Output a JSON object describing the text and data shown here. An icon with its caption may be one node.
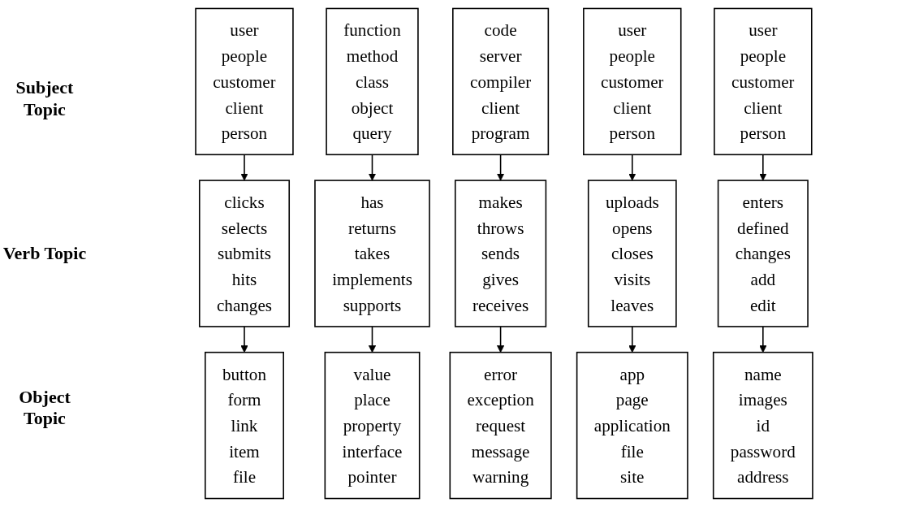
{
  "diagram": {
    "nodes": [
      {
        "text": [
          "user",
          "people",
          "customer",
          "client",
          "person"
        ]
      },
      {
        "text": [
          "function",
          "method",
          "class",
          "object",
          "query"
        ]
      },
      {
        "text": [
          "code",
          "server",
          "compiler",
          "client",
          "program"
        ]
      },
      {
        "text": [
          "user",
          "people",
          "customer",
          "client",
          "person"
        ]
      },
      {
        "text": [
          "user",
          "people",
          "customer",
          "client",
          "person"
        ]
      },
      {
        "text": [
          "clicks",
          "selects",
          "submits",
          "hits",
          "changes"
        ]
      },
      {
        "text": [
          "has",
          "returns",
          "takes",
          "implements",
          "supports"
        ]
      },
      {
        "text": [
          "makes",
          "throws",
          "sends",
          "gives",
          "receives"
        ]
      },
      {
        "text": [
          "uploads",
          "opens",
          "closes",
          "visits",
          "leaves"
        ]
      },
      {
        "text": [
          "enters",
          "defined",
          "changes",
          "add",
          "edit"
        ]
      },
      {
        "text": [
          "button",
          "form",
          "link",
          "item",
          "file"
        ]
      },
      {
        "text": [
          "value",
          "place",
          "property",
          "interface",
          "pointer"
        ]
      },
      {
        "text": [
          "error",
          "exception",
          "request",
          "message",
          "warning"
        ]
      },
      {
        "text": [
          "app",
          "page",
          "application",
          "file",
          "site"
        ]
      },
      {
        "text": [
          "name",
          "images",
          "id",
          "password",
          "address"
        ]
      }
    ],
    "edges": [
      {
        "from": 0,
        "to": 5,
        "arrow": "to"
      },
      {
        "from": 1,
        "to": 6,
        "arrow": "to"
      },
      {
        "from": 2,
        "to": 7,
        "arrow": "to"
      },
      {
        "from": 3,
        "to": 8,
        "arrow": "to"
      },
      {
        "from": 4,
        "to": 9,
        "arrow": "to"
      },
      {
        "from": 5,
        "to": 10,
        "arrow": "to"
      },
      {
        "from": 6,
        "to": 11,
        "arrow": "to"
      },
      {
        "from": 7,
        "to": 12,
        "arrow": "to"
      },
      {
        "from": 8,
        "to": 13,
        "arrow": "to"
      },
      {
        "from": 9,
        "to": 14,
        "arrow": "to"
      }
    ],
    "labels": [
      "Subject Topic",
      "Verb Topic",
      "Object Topic"
    ]
  }
}
